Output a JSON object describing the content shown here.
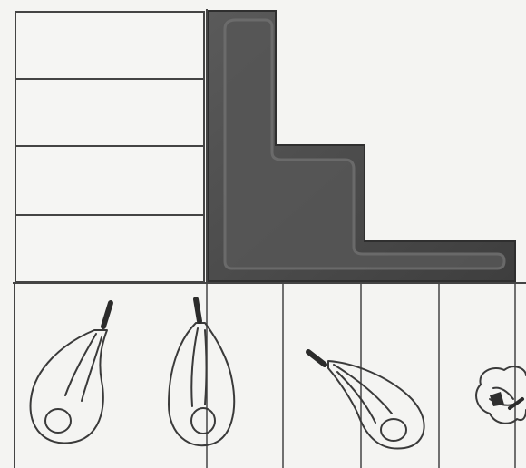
{
  "colors": {
    "paper": "#f4f4f2",
    "ink": "#3a3a3a",
    "dark_block": "#4a4a4a",
    "block_shadow": "#333333",
    "block_highlight": "#7a7a7a"
  },
  "left_boxes": {
    "count": 4
  },
  "l_shape": {
    "icon": "l-shaped-block"
  },
  "bottom_panels": [
    {
      "icon": "hand-tool-grip-left-icon"
    },
    {
      "icon": "hand-tool-grip-upright-icon"
    },
    {
      "icon": "empty-cell"
    },
    {
      "icon": "hand-tool-grip-angled-icon"
    },
    {
      "icon": "empty-cell"
    },
    {
      "icon": "hand-tool-partial-icon"
    }
  ]
}
